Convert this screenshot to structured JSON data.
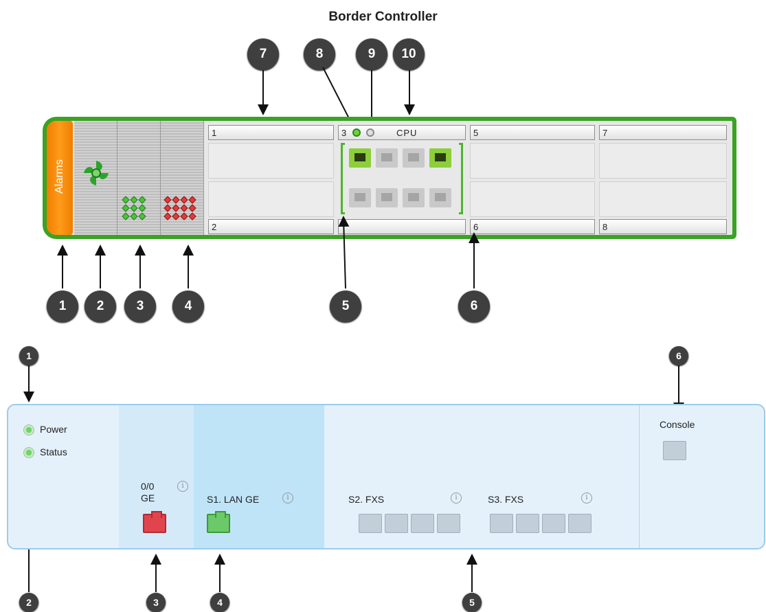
{
  "title": "Border Controller",
  "callouts_top": [
    "1",
    "2",
    "3",
    "4",
    "5",
    "6",
    "7",
    "8",
    "9",
    "10"
  ],
  "chassis": {
    "alarms_label": "Alarms",
    "slots": {
      "s1": "1",
      "s2": "2",
      "s3": "3",
      "cpu": "CPU",
      "s5": "5",
      "s6": "6",
      "s7": "7",
      "s8": "8"
    },
    "ports_active": [
      true,
      false,
      false,
      true,
      false,
      false,
      false,
      false
    ]
  },
  "callouts_bottom": [
    "1",
    "2",
    "3",
    "4",
    "5",
    "6"
  ],
  "panel": {
    "power_label": "Power",
    "status_label": "Status",
    "ge_slot": "0/0",
    "ge_label": "GE",
    "lan_label": "S1. LAN GE",
    "fxs2_label": "S2. FXS",
    "fxs3_label": "S3. FXS",
    "console_label": "Console",
    "info_glyph": "i"
  },
  "colors": {
    "chassis_green": "#3aa323",
    "alarm_orange": "#f07d00",
    "port_red": "#e0454d",
    "port_green": "#6cc96a",
    "panel_bg": "#e4f1fb"
  }
}
